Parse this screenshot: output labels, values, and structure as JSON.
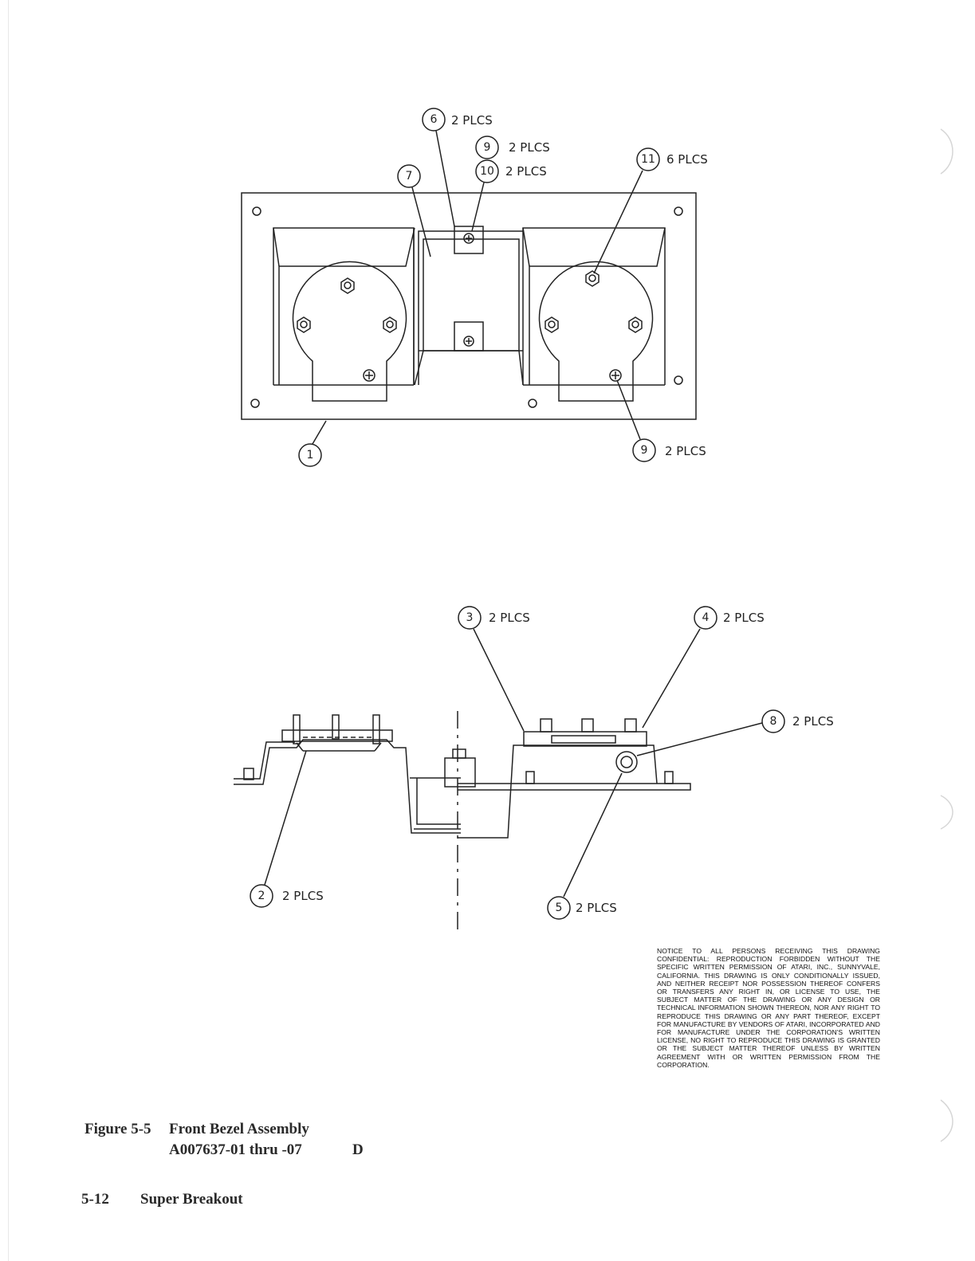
{
  "callouts_top": [
    {
      "num": "6",
      "qty": "2 PLCS"
    },
    {
      "num": "9",
      "qty": "2 PLCS"
    },
    {
      "num": "10",
      "qty": "2 PLCS"
    },
    {
      "num": "7",
      "qty": ""
    },
    {
      "num": "11",
      "qty": "6 PLCS"
    },
    {
      "num": "1",
      "qty": ""
    },
    {
      "num": "9",
      "qty": "2 PLCS"
    }
  ],
  "callouts_bottom": [
    {
      "num": "3",
      "qty": "2 PLCS"
    },
    {
      "num": "4",
      "qty": "2 PLCS"
    },
    {
      "num": "8",
      "qty": "2 PLCS"
    },
    {
      "num": "2",
      "qty": "2 PLCS"
    },
    {
      "num": "5",
      "qty": "2 PLCS"
    }
  ],
  "notice": "NOTICE TO ALL PERSONS RECEIVING THIS DRAWING CONFIDENTIAL: Reproduction forbidden without the specific written permission of Atari, Inc., Sunnyvale, California. This drawing is only conditionally issued, and neither receipt nor possession thereof confers or transfers any right in, or license to use, the subject matter of the drawing or any design or technical information shown thereon, nor any right to reproduce this drawing or any part thereof, except for manufacture by vendors of Atari, Incorporated and for manufacture under the corporation's written license, no right to reproduce this drawing is granted or the subject matter thereof unless by written agreement with or written permission from the corporation.",
  "caption": {
    "figure_label": "Figure 5-5",
    "title": "Front Bezel Assembly",
    "part_number": "A007637-01 thru -07",
    "revision": "D"
  },
  "footer": {
    "page_number": "5-12",
    "manual_title": "Super Breakout"
  }
}
